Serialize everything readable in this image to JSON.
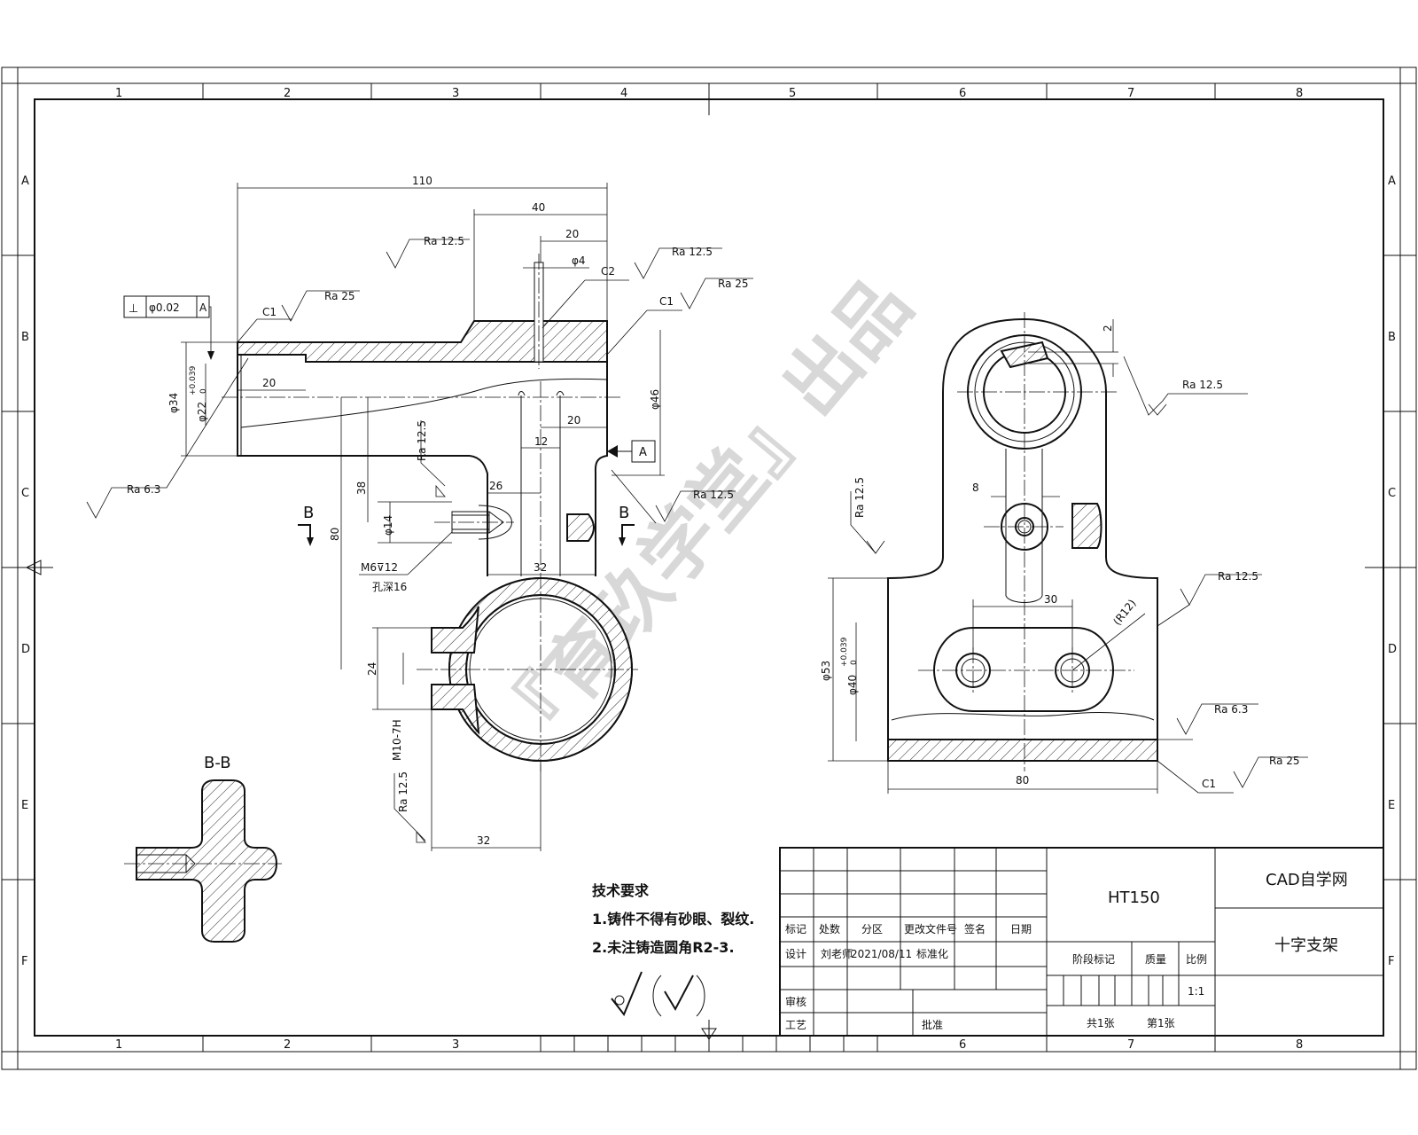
{
  "drawing": {
    "grid_columns": [
      "1",
      "2",
      "3",
      "4",
      "5",
      "6",
      "7",
      "8"
    ],
    "grid_rows": [
      "A",
      "B",
      "C",
      "D",
      "E",
      "F"
    ],
    "watermark": "『育玖学堂』出品"
  },
  "front_view": {
    "dims": {
      "d110": "110",
      "d40": "40",
      "d20_top": "20",
      "d20_left": "20",
      "d20_right": "20",
      "d12": "12",
      "d26": "26",
      "d32_mid": "32",
      "d38": "38",
      "d80_v": "80",
      "d24": "24",
      "d32_bottom": "32",
      "phi4": "φ4",
      "phi34": "φ34",
      "phi22": "φ22",
      "phi22_tol": "+0.039",
      "phi22_tol_low": "0",
      "phi46": "φ46",
      "phi14": "φ14",
      "m10": "M10-7H"
    },
    "chamfers": {
      "c1_left": "C1",
      "c2": "C2",
      "c1_right": "C1"
    },
    "roughness": {
      "ra125_top": "Ra 12.5",
      "ra125_right": "Ra 12.5",
      "ra25_right": "Ra 25",
      "ra25_left": "Ra 25",
      "ra63": "Ra 6.3",
      "ra125_mid": "Ra 12.5",
      "ra125_lower": "Ra 12.5",
      "ra125_bottom": "Ra 12.5"
    },
    "tolerance_frame": {
      "symbol": "⊥",
      "value": "φ0.02",
      "datum": "A"
    },
    "datum_label": "A",
    "thread_note": "M6⊽12",
    "hole_depth": "孔深16",
    "section_marks": {
      "left": "B",
      "right": "B"
    }
  },
  "section_view": {
    "label": "B-B"
  },
  "side_view": {
    "dims": {
      "d2": "2",
      "d8": "8",
      "d30": "30",
      "r12": "(R12)",
      "phi53": "φ53",
      "phi40": "φ40",
      "phi40_tol": "+0.039",
      "phi40_tol_low": "0",
      "d80": "80"
    },
    "roughness": {
      "ra125_top": "Ra 12.5",
      "ra125_left": "Ra 12.5",
      "ra125_right": "Ra 12.5",
      "ra63": "Ra 6.3",
      "ra25": "Ra 25"
    },
    "chamfer": "C1"
  },
  "notes": {
    "title": "技术要求",
    "line1": "1.铸件不得有砂眼、裂纹.",
    "line2": "2.未注铸造圆角R2-3."
  },
  "title_block": {
    "material": "HT150",
    "company": "CAD自学网",
    "part_name": "十字支架",
    "h_mark": "标记",
    "h_count": "处数",
    "h_zone": "分区",
    "h_docno": "更改文件号",
    "h_sign": "签名",
    "h_date": "日期",
    "r_design": "设计",
    "designer": "刘老师",
    "design_date": "2021/08/11",
    "r_std": "标准化",
    "r_check": "审核",
    "r_process": "工艺",
    "r_approve": "批准",
    "stage": "阶段标记",
    "weight": "质量",
    "scale_label": "比例",
    "scale_value": "1:1",
    "sheets_total": "共1张",
    "sheet_no": "第1张"
  }
}
